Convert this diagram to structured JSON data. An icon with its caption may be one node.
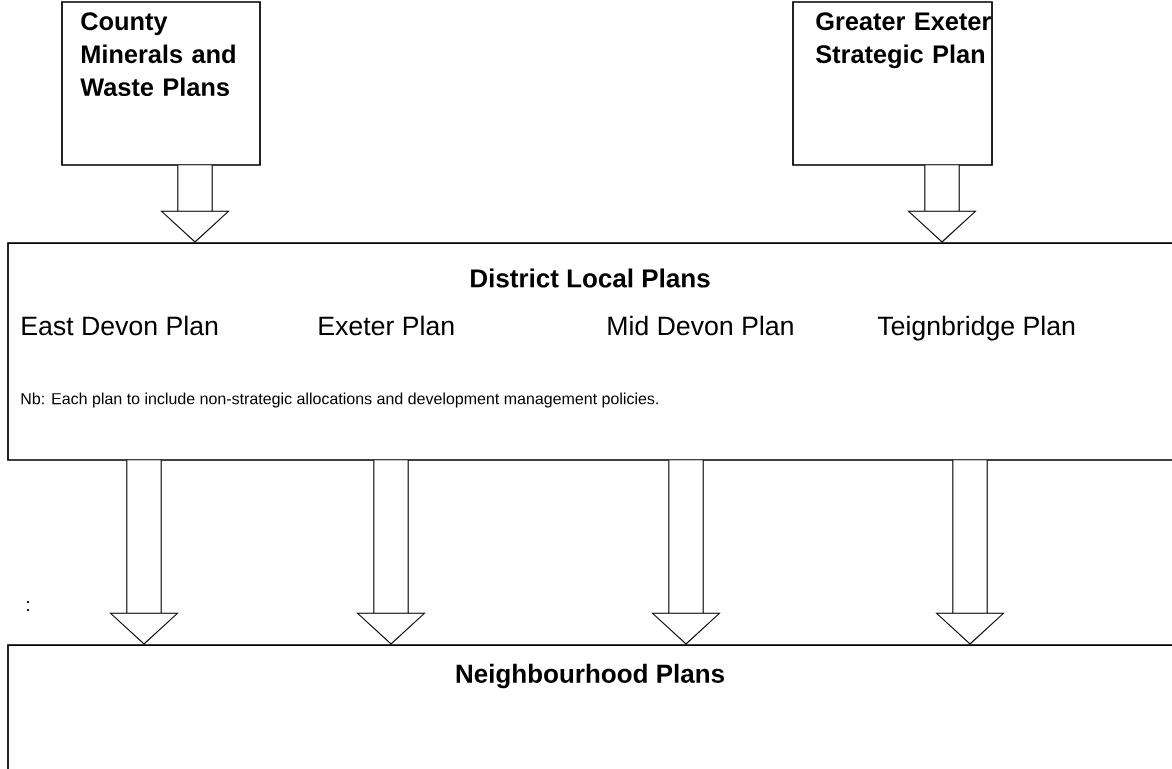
{
  "diagram": {
    "nodes": [
      {
        "text": [
          "County Minerals and Waste Plans"
        ]
      },
      {
        "text": [
          "Greater Exeter Strategic Plan"
        ]
      },
      {
        "text": [
          "District Local Plans",
          "East Devon Plan",
          "Exeter Plan",
          "Mid Devon Plan",
          "Teignbridge Plan",
          "Nb: Each plan to include non-strategic allocations and development management policies."
        ]
      },
      {
        "text": [
          "Neighbourhood Plans"
        ]
      }
    ],
    "edges": [
      {
        "from": 0,
        "to": 2,
        "arrow": "to"
      },
      {
        "from": 1,
        "to": 2,
        "arrow": "to"
      },
      {
        "from": 2,
        "to": 3,
        "arrow": "to"
      },
      {
        "from": 2,
        "to": 3,
        "arrow": "to"
      },
      {
        "from": 2,
        "to": 3,
        "arrow": "to"
      },
      {
        "from": 2,
        "to": 3,
        "arrow": "to"
      }
    ],
    "labels": [
      ":"
    ]
  }
}
